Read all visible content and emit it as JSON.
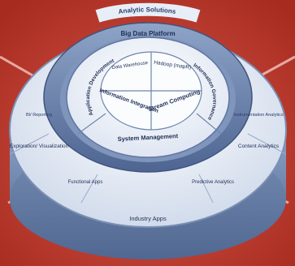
{
  "diagram": {
    "outer_ring_title": "Analytic Solutions",
    "platform_title": "Big Data Platform",
    "outer_labels": {
      "bi_reporting": "BI/ Reporting",
      "exploration": "Exploration/ Visualization",
      "functional_apps": "Functional Apps",
      "industry_apps": "Industry Apps",
      "predictive": "Predictive Analytics",
      "content": "Content Analytics",
      "instrumentation": "Instrumentation Analytics"
    },
    "inner_labels": {
      "app_dev": "Application Development",
      "data_warehouse": "Data Warehouse",
      "hadoop": "Hadoop (mapR)",
      "info_governance": "Information Governance",
      "stream_computing": "Stream Computing",
      "info_integration": "Information Integration",
      "system_management": "System Management"
    },
    "colors": {
      "background": "#c0392b",
      "disc_top": "#e9eef6",
      "disc_side": "#6f86ad",
      "ring": "#5b74a0",
      "text": "#1f2f55"
    }
  }
}
